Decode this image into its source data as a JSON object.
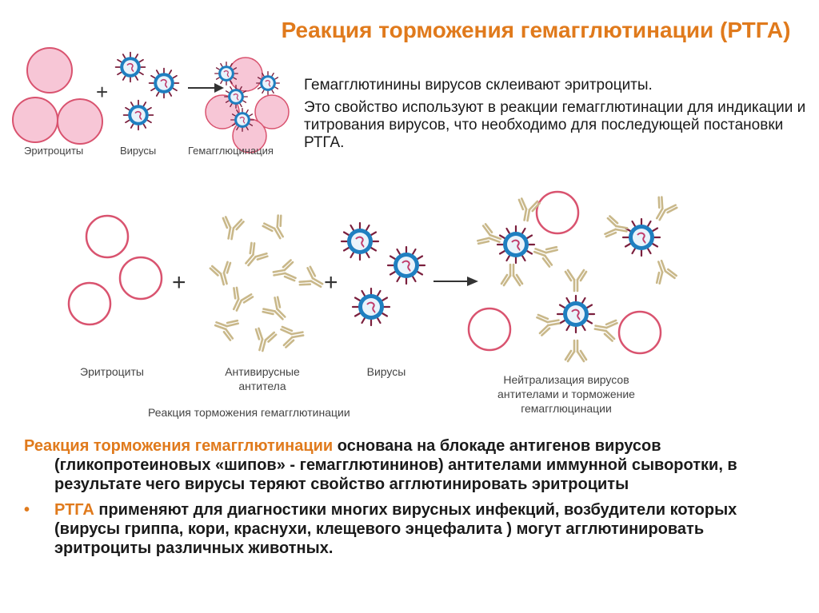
{
  "title": "Реакция торможения гемагглютинации (РТГА)",
  "intro": {
    "line1": "Гемагглютинины вирусов склеивают эритроциты.",
    "line2": "Это свойство используют в реакции гемагглютинации для индикации и титрования вирусов, что необходимо для последующей постановки РТГА."
  },
  "figure_top": {
    "label_erythrocytes": "Эритроциты",
    "label_viruses": "Вирусы",
    "label_result": "Гемагглюцинация"
  },
  "figure_bottom": {
    "label_erythrocytes": "Эритроциты",
    "label_antibodies_1": "Антивирусные",
    "label_antibodies_2": "антитела",
    "label_viruses": "Вирусы",
    "label_result_1": "Нейтрализация вирусов",
    "label_result_2": "антителами и торможение",
    "label_result_3": "гемагглюцинации",
    "caption": "Реакция торможения гемагглютинации"
  },
  "bottom": {
    "p1_highlight": "Реакция торможения гемагглютинации",
    "p1_rest": " основана на блокаде антигенов вирусов (гликопротеиновых «шипов» - гемагглютининов) антителами иммунной сыворотки, в результате чего вирусы теряют свойство агглютинировать эритроциты",
    "bullet": "•",
    "p2_highlight": "РТГА",
    "p2_rest": " применяют для диагностики многих вирусных инфекций, возбудители которых (вирусы гриппа, кори, краснухи, клещевого энцефалита ) могут агглютинировать эритроциты различных животных."
  },
  "colors": {
    "accent": "#e07a1c",
    "cell_fill": "#f7c6d6",
    "cell_stroke": "#d9536f",
    "virus_coat": "#1f7fc0",
    "antibody": "#c9b88a"
  }
}
